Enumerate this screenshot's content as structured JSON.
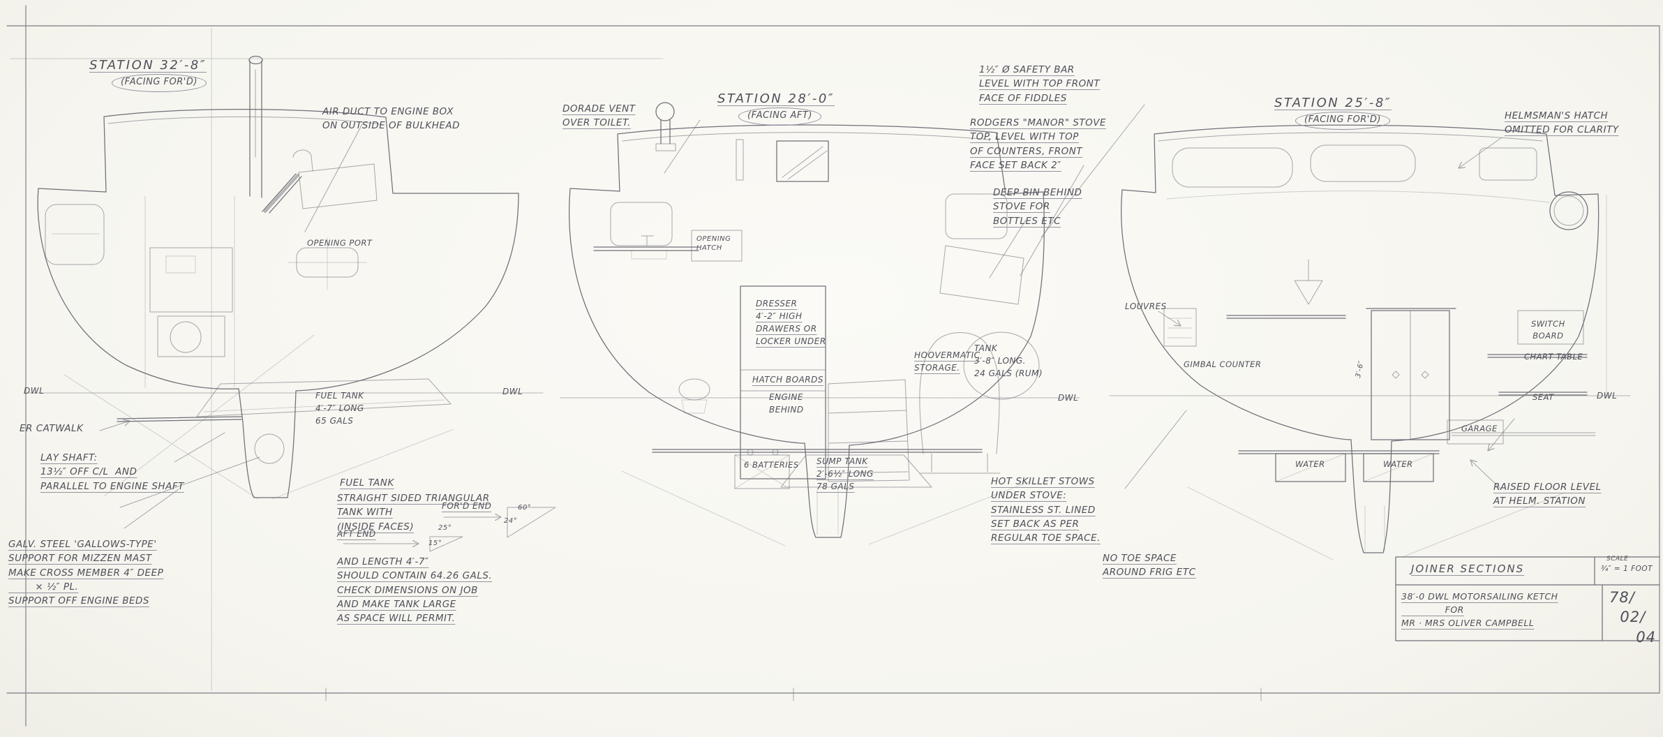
{
  "sheet_colors": {
    "paper": "#f8f7f2",
    "pencil": "#6f6f79",
    "lettering": "#4f4f5a"
  },
  "sections": [
    {
      "title": "STATION 32′-8″",
      "subtitle": "(FACING FOR'D)",
      "labels": {
        "air_duct": "AIR DUCT TO ENGINE BOX\nON OUTSIDE OF BULKHEAD",
        "opening_port": "OPENING PORT",
        "dwl_left": "DWL",
        "dwl_right": "DWL",
        "er_catwalk": "ER CATWALK",
        "lay_shaft": "LAY SHAFT:\n13½″ OFF C/L  AND\nPARALLEL TO ENGINE SHAFT",
        "gallows": "GALV. STEEL 'GALLOWS-TYPE'\nSUPPORT FOR MIZZEN MAST\nMAKE CROSS MEMBER 4″ DEEP\n        × ½″ PL.\nSUPPORT OFF ENGINE BEDS",
        "fuel_tank": "FUEL TANK\n4′-7″ LONG\n65 GALS"
      },
      "notes": {
        "fuel_title": "FUEL TANK",
        "fuel_spec": "STRAIGHT SIDED TRIANGULAR\nTANK WITH\n(INSIDE FACES)",
        "ford_end": "FOR'D END",
        "aft_end": "AFT END",
        "ford_angle_top": "60°",
        "ford_angle_side": "24°",
        "aft_angle_top": "25°",
        "aft_angle_side": "15°",
        "fuel_calc": "AND LENGTH 4′-7″\nSHOULD CONTAIN 64.26 GALS.\nCHECK DIMENSIONS ON JOB\nAND MAKE TANK LARGE\nAS SPACE WILL PERMIT."
      }
    },
    {
      "title": "STATION 28′-0″",
      "subtitle": "(FACING AFT)",
      "labels": {
        "dorade": "DORADE VENT\nOVER TOILET.",
        "opening_hatch": "OPENING\nHATCH",
        "dresser": "DRESSER\n4′-2″ HIGH\nDRAWERS OR\nLOCKER UNDER",
        "hatch_boards": "HATCH BOARDS",
        "engine_behind": "ENGINE\nBEHIND",
        "hoovermatic": "HOOVERMATIC\nSTORAGE.",
        "rum_tank": "TANK\n3′-8″ LONG.\n24 GALS (RUM)",
        "batteries": "6 BATTERIES",
        "sump_tank": "SUMP TANK\n2′-6½″ LONG\n78 GALS",
        "dwl_right": "DWL",
        "hot_skillet": "HOT SKILLET STOWS\nUNDER STOVE:\nSTAINLESS ST. LINED\nSET BACK AS PER\nREGULAR TOE SPACE.",
        "no_toe": "NO TOE SPACE\nAROUND FRIG ETC"
      }
    },
    {
      "title": "STATION 25′-8″",
      "subtitle": "(FACING FOR'D)",
      "labels": {
        "helmsman": "HELMSMAN'S HATCH\nOMITTED FOR CLARITY",
        "louvres": "LOUVRES",
        "gimbal": "GIMBAL COUNTER",
        "switchboard": "SWITCH\nBOARD",
        "chart_table": "CHART TABLE",
        "seat": "SEAT",
        "garage": "GARAGE",
        "water_port": "WATER",
        "water_stbd": "WATER",
        "raised_floor": "RAISED FLOOR LEVEL\nAT HELM. STATION",
        "dwl_right": "DWL",
        "dim_3_6": "3′-6″"
      }
    }
  ],
  "galley_notes": {
    "safety_bar": "1½″ Ø SAFETY BAR\nLEVEL WITH TOP FRONT\nFACE OF FIDDLES",
    "stove": "RODGERS \"MANOR\" STOVE\nTOP, LEVEL WITH TOP\nOF COUNTERS, FRONT\nFACE SET BACK 2″",
    "deep_bin": "DEEP BIN BEHIND\nSTOVE FOR\nBOTTLES ETC"
  },
  "title_block": {
    "drawing_title": "JOINER SECTIONS",
    "scale_label": "SCALE",
    "scale_value": "¾″ = 1 FOOT",
    "description": "38′-0 DWL MOTORSAILING KETCH\n              FOR\nMR · MRS OLIVER CAMPBELL",
    "drawing_number": "78/\n  02/\n     04"
  }
}
